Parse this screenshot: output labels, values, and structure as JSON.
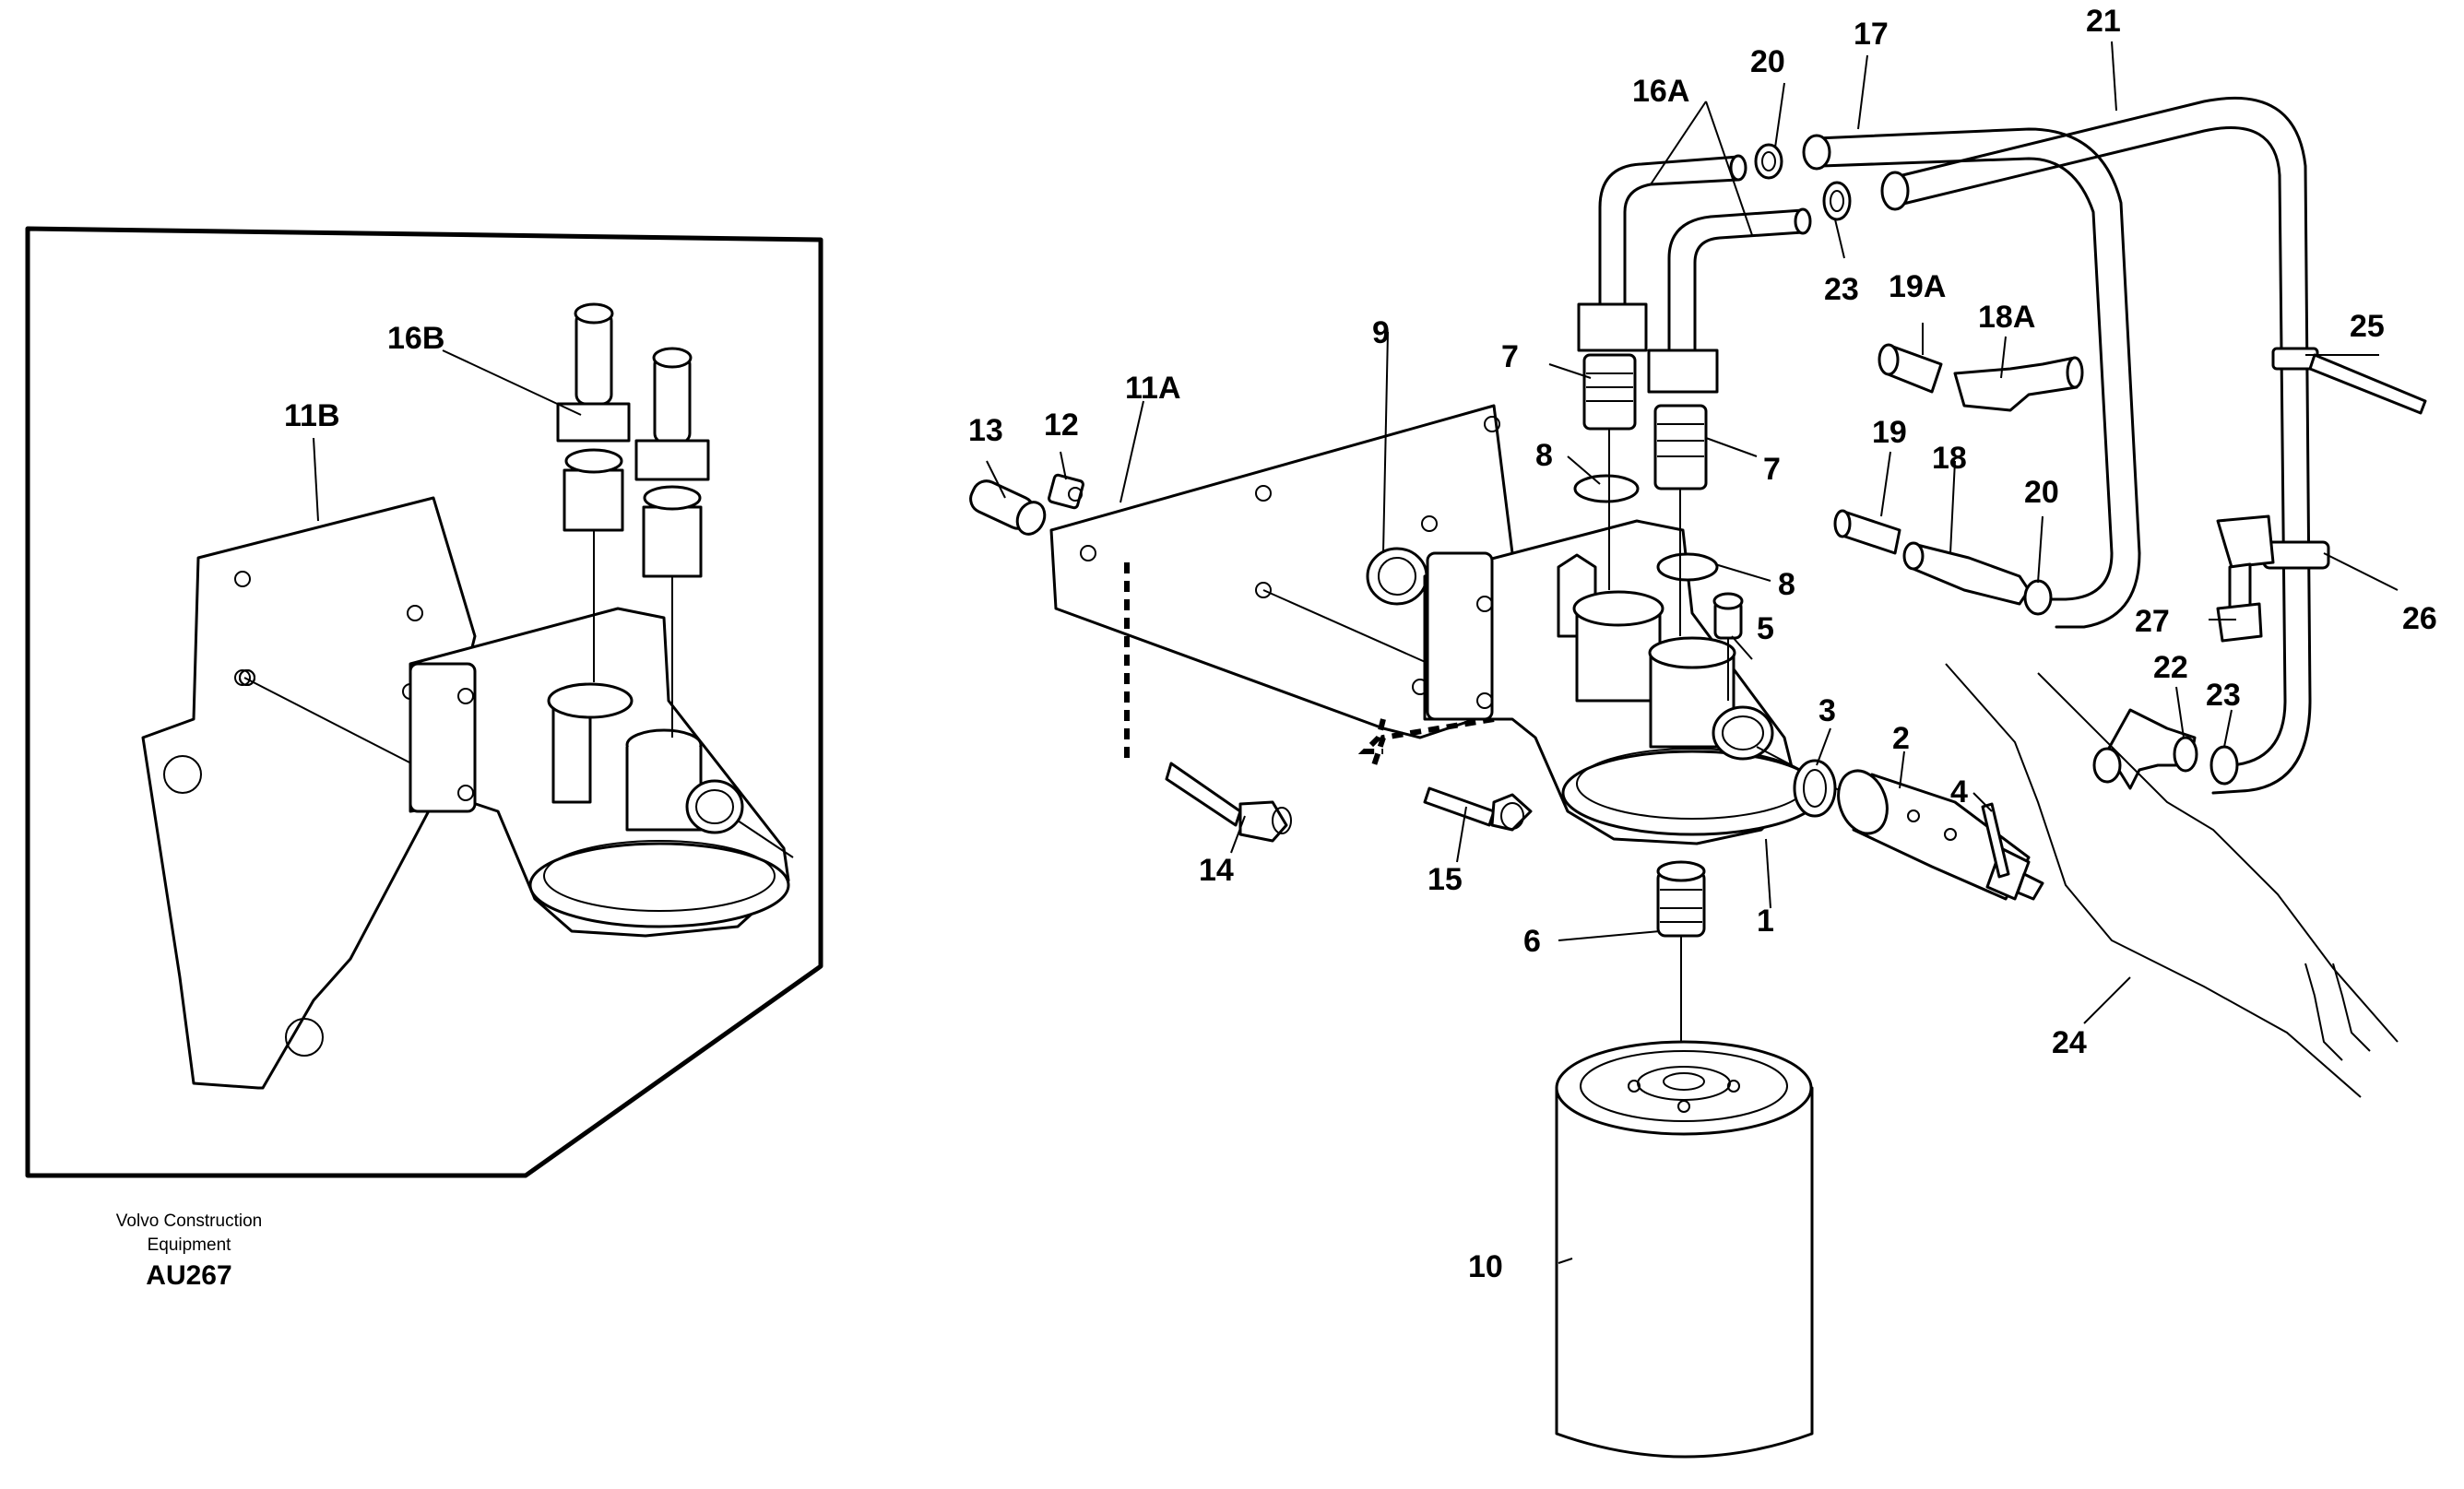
{
  "labels": {
    "p1": "1",
    "p2": "2",
    "p3": "3",
    "p4": "4",
    "p5": "5",
    "p6": "6",
    "p7a": "7",
    "p7b": "7",
    "p8a": "8",
    "p8b": "8",
    "p9": "9",
    "p10": "10",
    "p11A": "11A",
    "p11B": "11B",
    "p12": "12",
    "p13": "13",
    "p14": "14",
    "p15": "15",
    "p16A": "16A",
    "p16B": "16B",
    "p17": "17",
    "p18": "18",
    "p18A": "18A",
    "p19": "19",
    "p19A": "19A",
    "p20a": "20",
    "p20b": "20",
    "p21": "21",
    "p22": "22",
    "p23a": "23",
    "p23b": "23",
    "p24": "24",
    "p25": "25",
    "p26": "26",
    "p27": "27"
  },
  "caption": {
    "line1": "Volvo Construction",
    "line2": "Equipment",
    "code": "AU267"
  }
}
